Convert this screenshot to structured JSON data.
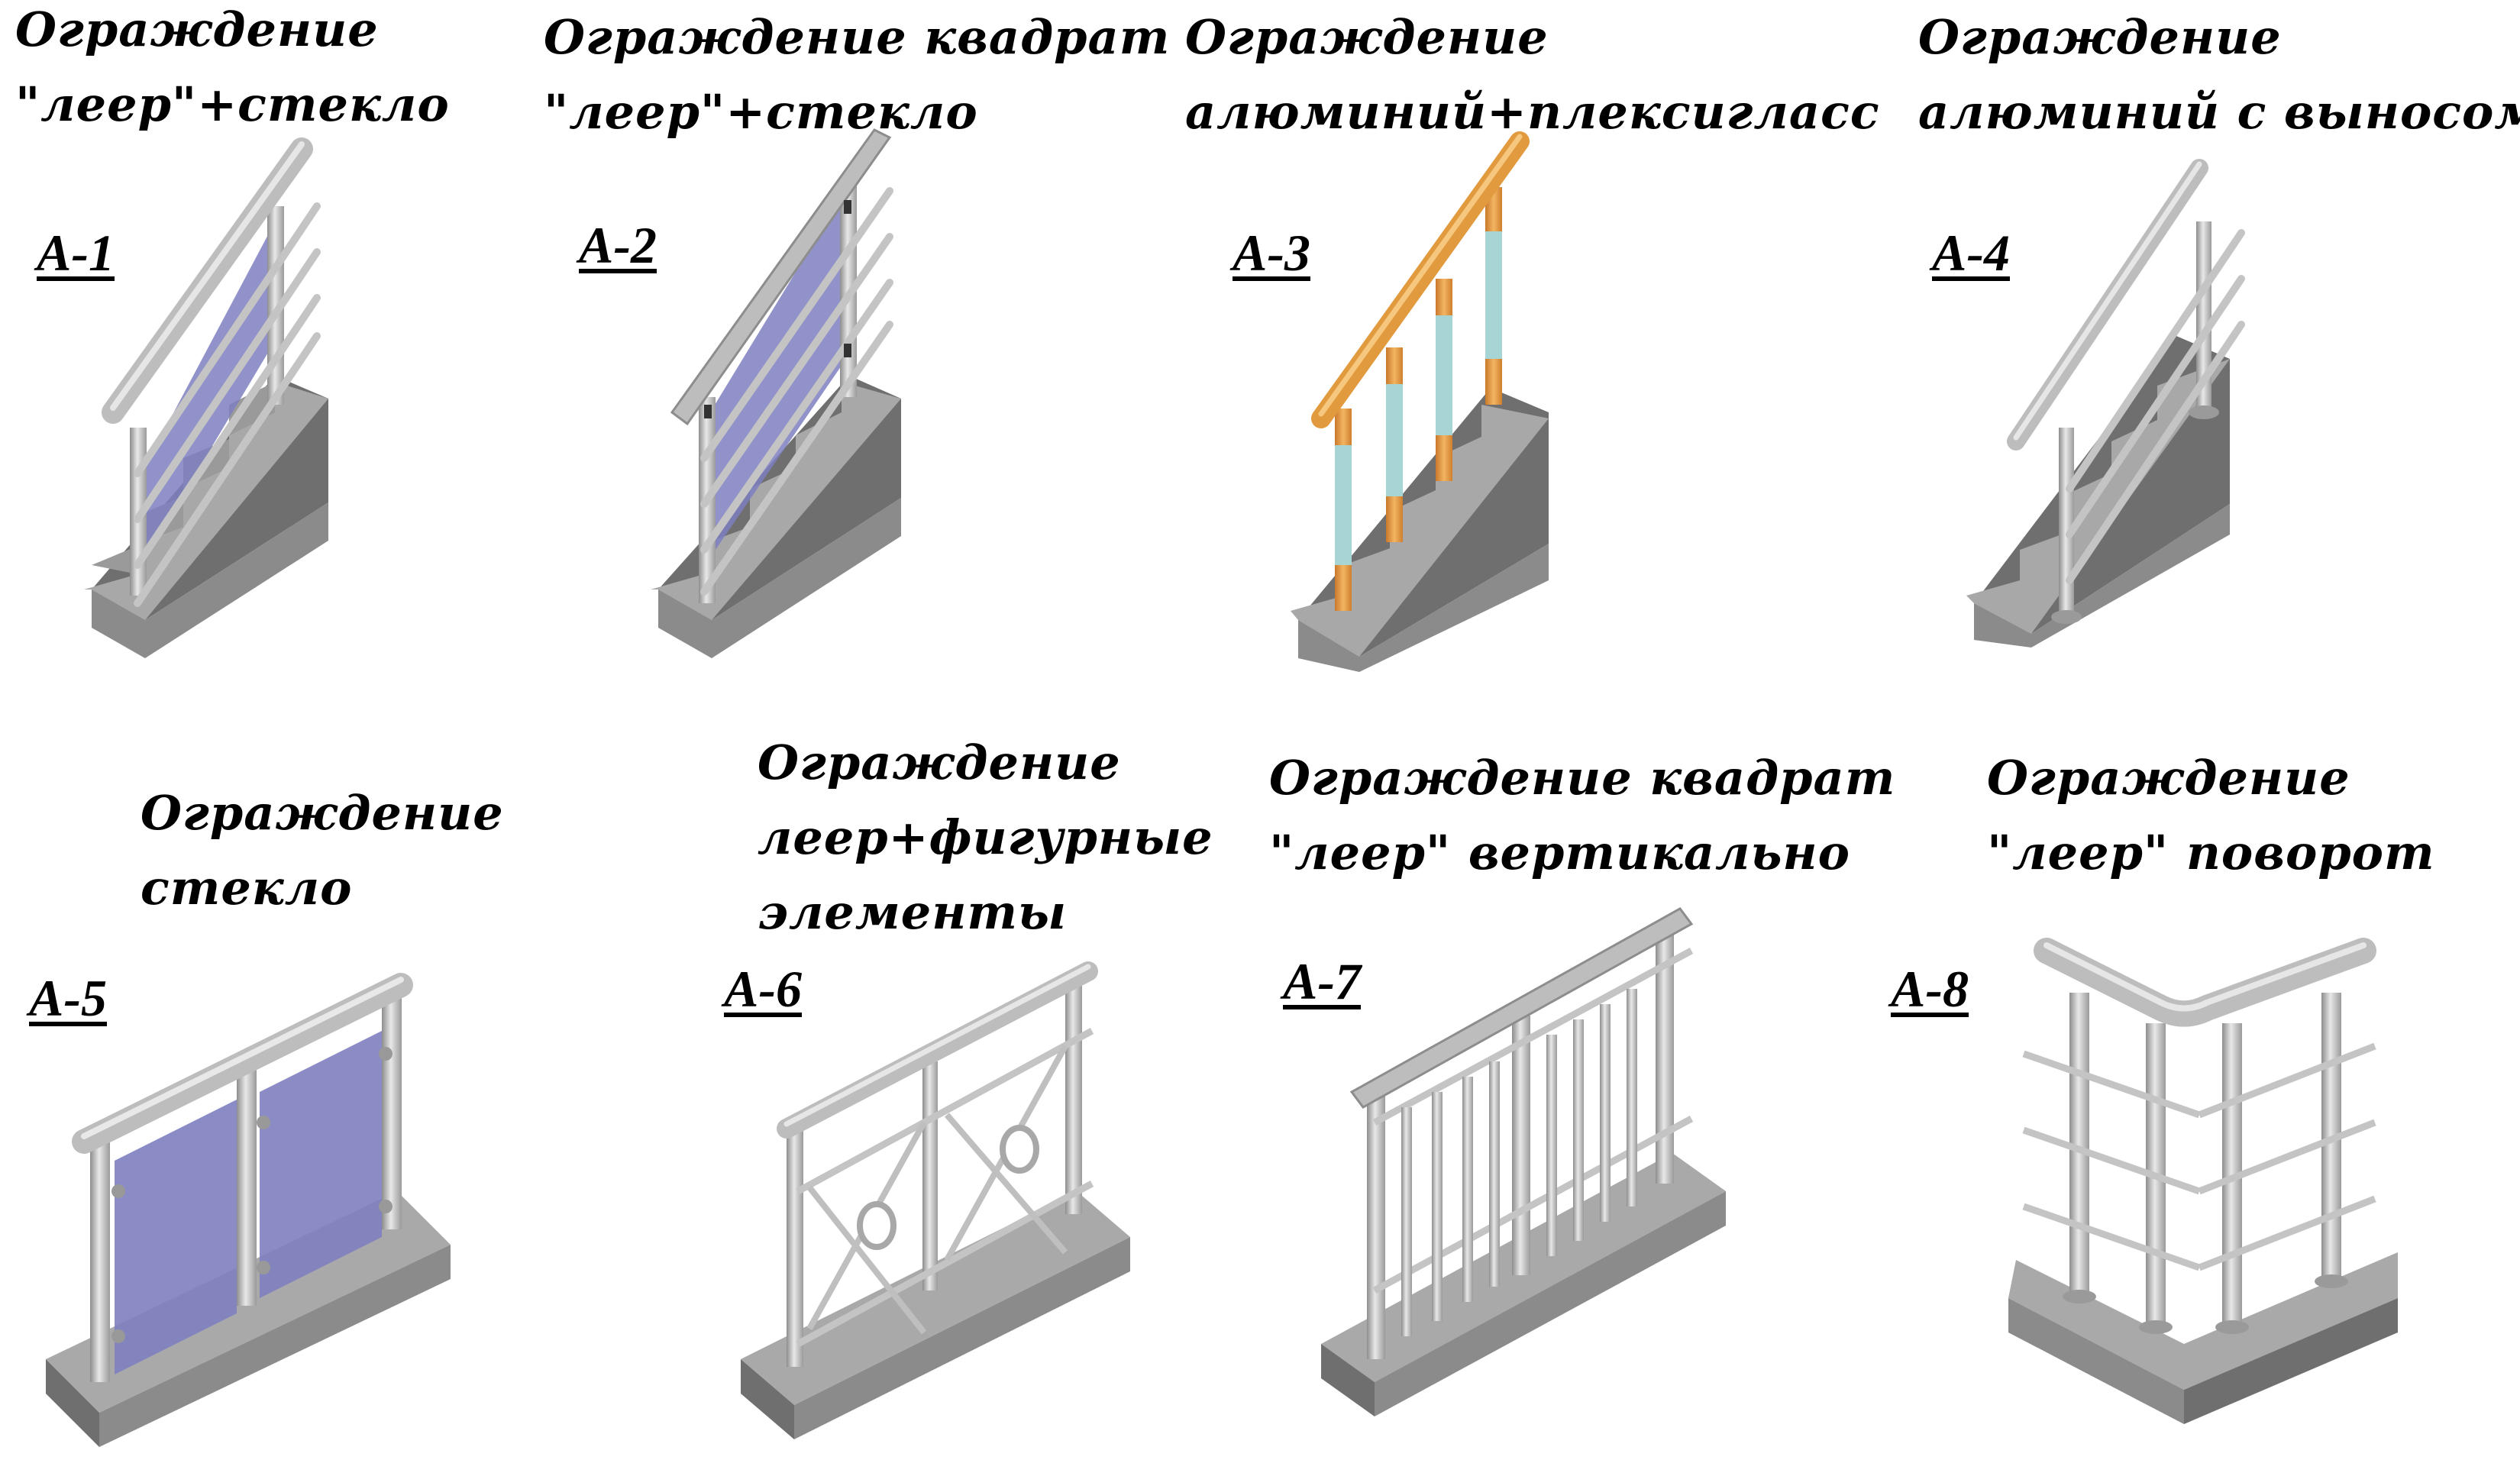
{
  "colors": {
    "metal": "#b9b9b9",
    "metal_light": "#dedede",
    "metal_dark": "#8a8a8a",
    "glass": "#7e7fbf",
    "wood": "#e29a3e",
    "plexi": "#a7d4d4",
    "base_top": "#a9a9a9",
    "base_front": "#8b8b8b",
    "base_side": "#6e6e6e"
  },
  "items": [
    {
      "code": "A-1",
      "title_lines": [
        "Ограждение",
        "\"леер\"+стекло"
      ]
    },
    {
      "code": "A-2",
      "title_lines": [
        "Ограждение квадрат",
        "\"леер\"+стекло"
      ]
    },
    {
      "code": "A-3",
      "title_lines": [
        "Ограждение",
        "алюминий+плексигласс"
      ]
    },
    {
      "code": "A-4",
      "title_lines": [
        "Ограждение",
        "алюминий с выносом"
      ]
    },
    {
      "code": "A-5",
      "title_lines": [
        "Ограждение",
        "стекло"
      ]
    },
    {
      "code": "A-6",
      "title_lines": [
        "Ограждение",
        "леер+фигурные",
        "элементы"
      ]
    },
    {
      "code": "A-7",
      "title_lines": [
        "Ограждение квадрат",
        "\"леер\" вертикально"
      ]
    },
    {
      "code": "A-8",
      "title_lines": [
        "Ограждение",
        "\"леер\" поворот"
      ]
    }
  ]
}
